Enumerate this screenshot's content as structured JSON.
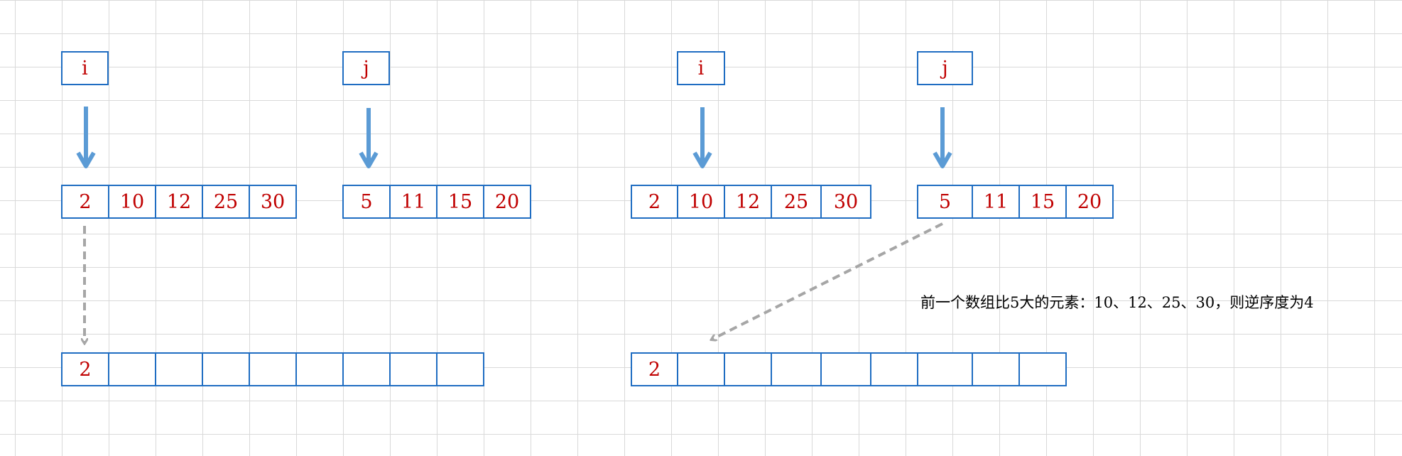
{
  "pointers": {
    "left_i": "i",
    "left_j": "j",
    "right_i": "i",
    "right_j": "j"
  },
  "left": {
    "array_a": [
      "2",
      "10",
      "12",
      "25",
      "30"
    ],
    "array_b": [
      "5",
      "11",
      "15",
      "20"
    ],
    "merged": [
      "2",
      "",
      "",
      "",
      "",
      "",
      "",
      "",
      ""
    ]
  },
  "right": {
    "array_a": [
      "2",
      "10",
      "12",
      "25",
      "30"
    ],
    "array_b": [
      "5",
      "11",
      "15",
      "20"
    ],
    "merged": [
      "2",
      "",
      "",
      "",
      "",
      "",
      "",
      "",
      ""
    ]
  },
  "annotation": "前一个数组比5大的元素：10、12、25、30，则逆序度为4",
  "colors": {
    "cell_border": "#1f6dc2",
    "cell_text": "#c00000",
    "pointer_arrow": "#5b9bd5",
    "move_arrow": "#a6a6a6",
    "grid": "#d9d9d9"
  }
}
